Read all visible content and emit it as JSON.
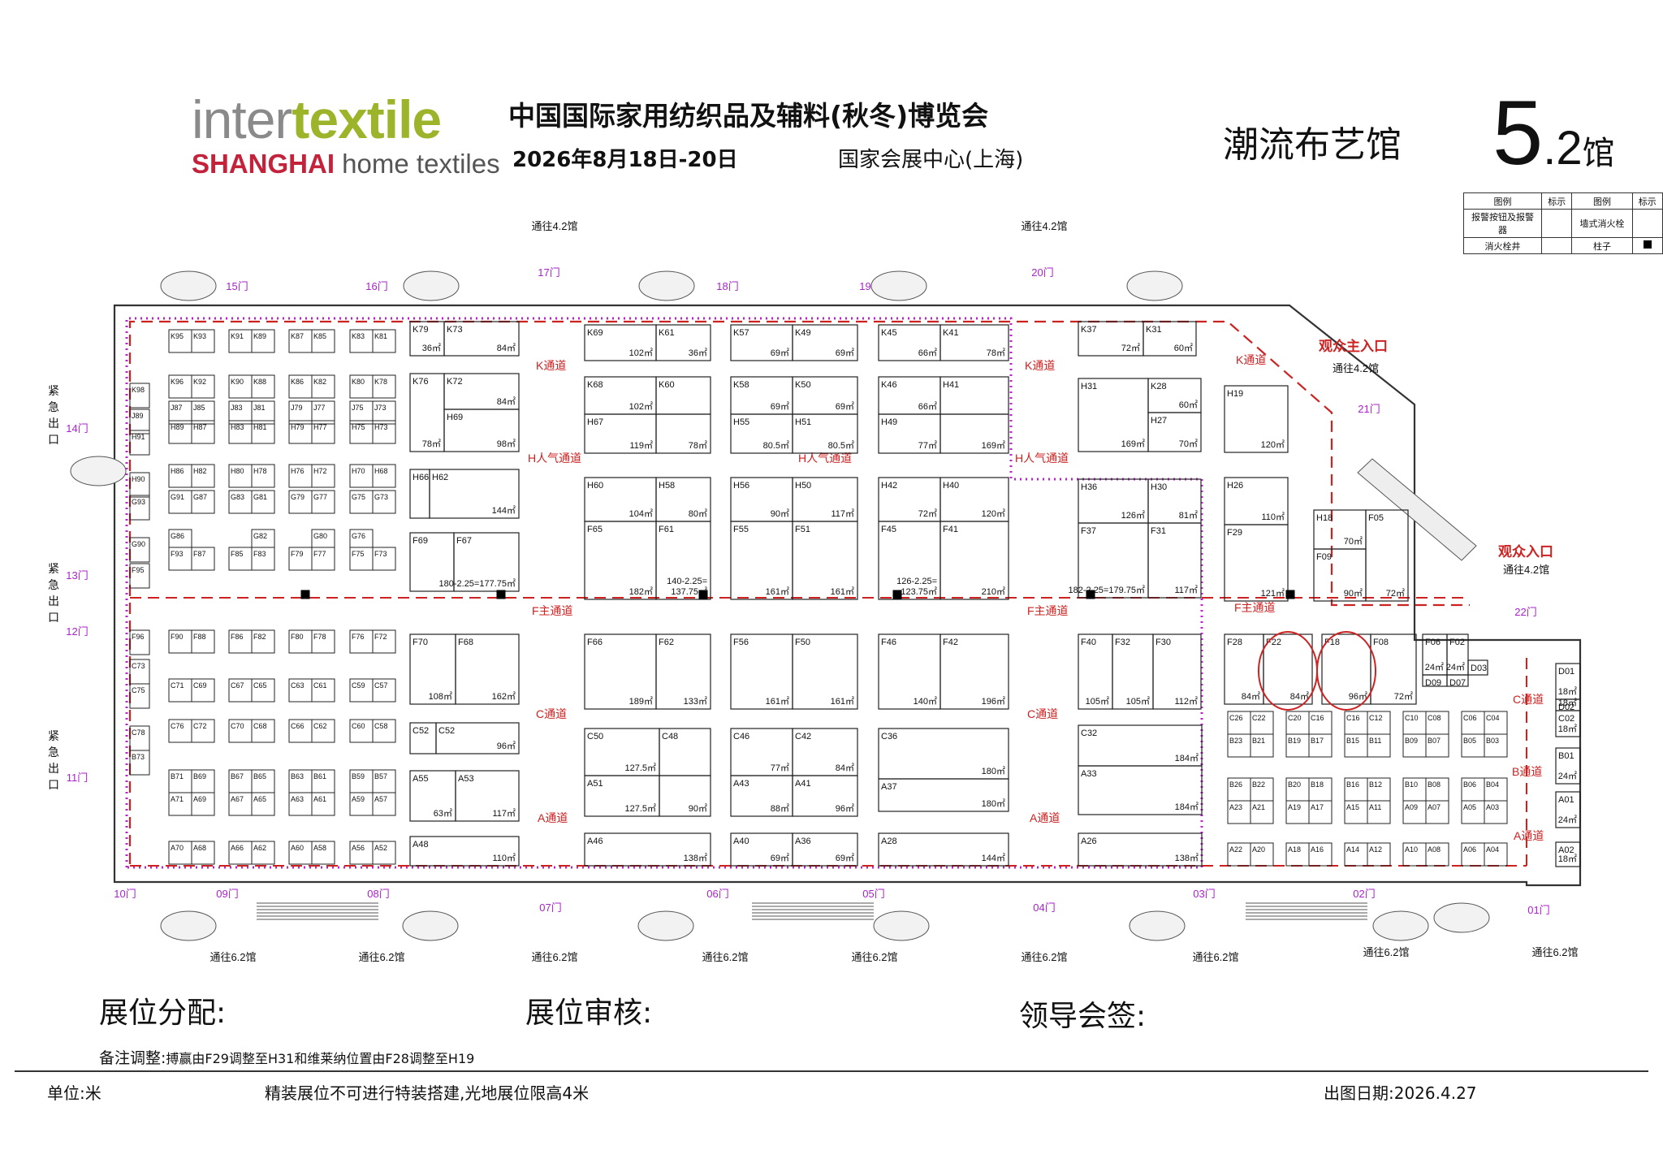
{
  "logo": {
    "part1": "inter",
    "part2": "textile",
    "line2a": "SHANGHAI",
    "line2b": " home textiles"
  },
  "header": {
    "title": "中国国际家用纺织品及辅料(秋冬)博览会",
    "dates": "2026年8月18日-20日",
    "venue": "国家会展中心(上海)",
    "hall_name": "潮流布艺馆",
    "hall_main": "5",
    "hall_sub": ".2",
    "hall_suffix": "馆"
  },
  "legend": {
    "h1": "图例",
    "h2": "标示",
    "h3": "图例",
    "h4": "标示",
    "r1a": "报警按钮及报警器",
    "r1b": "墙式消火栓",
    "r2a": "消火栓井",
    "r2b": "柱子"
  },
  "colors": {
    "aisle": "#cc2222",
    "hall": "#333333",
    "door": "#aa22cc",
    "dotted": "#bb22cc",
    "pink": "#cc2a8a"
  },
  "corridors": [
    {
      "label": "K通道"
    },
    {
      "label": "H人气通道"
    },
    {
      "label": "F主通道"
    },
    {
      "label": "C通道"
    },
    {
      "label": "A通道"
    },
    {
      "label": "B通道"
    }
  ],
  "entrances": {
    "main": "观众主入口",
    "visitor": "观众入口",
    "to42": "通往4.2馆",
    "to62": "通往6.2馆",
    "emergency": "紧急出口"
  },
  "doors": [
    "01门",
    "02门",
    "03门",
    "04门",
    "05门",
    "06门",
    "07门",
    "08门",
    "09门",
    "10门",
    "11门",
    "12门",
    "13门",
    "14门",
    "15门",
    "16门",
    "17门",
    "18门",
    "19门",
    "20门",
    "21门",
    "22门"
  ],
  "booths": [
    {
      "id": "K79",
      "area": "36㎡"
    },
    {
      "id": "K73",
      "area": "84㎡"
    },
    {
      "id": "K76",
      "area": "78㎡"
    },
    {
      "id": "K72",
      "area": "84㎡"
    },
    {
      "id": "H69",
      "area": "98㎡"
    },
    {
      "id": "H66",
      "area": ""
    },
    {
      "id": "H62",
      "area": "144㎡"
    },
    {
      "id": "F69",
      "area": ""
    },
    {
      "id": "F67",
      "area": "180-2.25=177.75㎡"
    },
    {
      "id": "F70",
      "area": "108㎡"
    },
    {
      "id": "F68",
      "area": "162㎡"
    },
    {
      "id": "C52",
      "area": ""
    },
    {
      "id": "C52",
      "area": "96㎡"
    },
    {
      "id": "A55",
      "area": "63㎡"
    },
    {
      "id": "A53",
      "area": "117㎡"
    },
    {
      "id": "A48",
      "area": "110㎡"
    },
    {
      "id": "K69",
      "area": "102㎡"
    },
    {
      "id": "K61",
      "area": "36㎡"
    },
    {
      "id": "K68",
      "area": "102㎡"
    },
    {
      "id": "K60",
      "area": ""
    },
    {
      "id": "H67",
      "area": "119㎡"
    },
    {
      "id": "",
      "area": "78㎡"
    },
    {
      "id": "H60",
      "area": "104㎡"
    },
    {
      "id": "H58",
      "area": "80㎡"
    },
    {
      "id": "F65",
      "area": "182㎡"
    },
    {
      "id": "F61",
      "area": "140-2.25=\n137.75㎡"
    },
    {
      "id": "F66",
      "area": "189㎡"
    },
    {
      "id": "F62",
      "area": "133㎡"
    },
    {
      "id": "C50",
      "area": "127.5㎡"
    },
    {
      "id": "C48",
      "area": ""
    },
    {
      "id": "A51",
      "area": "127.5㎡"
    },
    {
      "id": "",
      "area": "90㎡"
    },
    {
      "id": "A46",
      "area": "138㎡"
    },
    {
      "id": "K57",
      "area": "69㎡"
    },
    {
      "id": "K49",
      "area": "69㎡"
    },
    {
      "id": "K58",
      "area": "69㎡"
    },
    {
      "id": "K50",
      "area": "69㎡"
    },
    {
      "id": "H55",
      "area": "80.5㎡"
    },
    {
      "id": "H51",
      "area": "80.5㎡"
    },
    {
      "id": "H56",
      "area": "90㎡"
    },
    {
      "id": "H50",
      "area": "117㎡"
    },
    {
      "id": "F55",
      "area": "161㎡"
    },
    {
      "id": "F51",
      "area": "161㎡"
    },
    {
      "id": "F56",
      "area": "161㎡"
    },
    {
      "id": "F50",
      "area": "161㎡"
    },
    {
      "id": "C46",
      "area": "77㎡"
    },
    {
      "id": "C42",
      "area": "84㎡"
    },
    {
      "id": "A43",
      "area": "88㎡"
    },
    {
      "id": "A41",
      "area": "96㎡"
    },
    {
      "id": "A40",
      "area": "69㎡"
    },
    {
      "id": "A36",
      "area": "69㎡"
    },
    {
      "id": "K45",
      "area": "66㎡"
    },
    {
      "id": "K41",
      "area": "78㎡"
    },
    {
      "id": "K46",
      "area": "66㎡"
    },
    {
      "id": "H41",
      "area": ""
    },
    {
      "id": "H49",
      "area": "77㎡"
    },
    {
      "id": "",
      "area": "169㎡"
    },
    {
      "id": "H42",
      "area": "72㎡"
    },
    {
      "id": "H40",
      "area": "120㎡"
    },
    {
      "id": "F45",
      "area": "126-2.25=\n123.75㎡"
    },
    {
      "id": "F41",
      "area": "210㎡"
    },
    {
      "id": "F46",
      "area": "140㎡"
    },
    {
      "id": "F42",
      "area": "196㎡"
    },
    {
      "id": "C36",
      "area": "180㎡"
    },
    {
      "id": "A37",
      "area": "180㎡"
    },
    {
      "id": "A28",
      "area": "144㎡"
    },
    {
      "id": "K37",
      "area": "72㎡"
    },
    {
      "id": "K31",
      "area": "60㎡"
    },
    {
      "id": "H31",
      "area": "169㎡"
    },
    {
      "id": "K28",
      "area": "60㎡"
    },
    {
      "id": "H27",
      "area": "70㎡"
    },
    {
      "id": "H36",
      "area": "126㎡"
    },
    {
      "id": "H30",
      "area": "81㎡"
    },
    {
      "id": "F37",
      "area": "182-2.25=179.75㎡"
    },
    {
      "id": "F31",
      "area": "117㎡"
    },
    {
      "id": "F40",
      "area": "105㎡"
    },
    {
      "id": "F32",
      "area": "105㎡"
    },
    {
      "id": "F30",
      "area": "112㎡"
    },
    {
      "id": "C32",
      "area": "184㎡"
    },
    {
      "id": "A33",
      "area": "184㎡"
    },
    {
      "id": "A26",
      "area": "138㎡"
    },
    {
      "id": "H19",
      "area": "120㎡"
    },
    {
      "id": "H26",
      "area": "110㎡"
    },
    {
      "id": "F29",
      "area": "121㎡"
    },
    {
      "id": "H18",
      "area": "70㎡"
    },
    {
      "id": "F09",
      "area": "90㎡"
    },
    {
      "id": "F05",
      "area": "72㎡"
    },
    {
      "id": "F28",
      "area": "84㎡"
    },
    {
      "id": "F22",
      "area": "84㎡"
    },
    {
      "id": "F18",
      "area": "96㎡"
    },
    {
      "id": "F08",
      "area": "72㎡"
    },
    {
      "id": "F06",
      "area": "24㎡"
    },
    {
      "id": "F02",
      "area": "24㎡"
    },
    {
      "id": "D09",
      "area": ""
    },
    {
      "id": "D07",
      "area": ""
    },
    {
      "id": "D03",
      "area": ""
    },
    {
      "id": "D01",
      "area": "18㎡"
    },
    {
      "id": "D02",
      "area": "18㎡"
    },
    {
      "id": "C02",
      "area": "18㎡"
    },
    {
      "id": "B01",
      "area": "24㎡"
    },
    {
      "id": "A01",
      "area": "24㎡"
    },
    {
      "id": "A02",
      "area": "18㎡"
    }
  ],
  "small_booth_rows": [
    [
      "K95",
      "K93",
      "K91",
      "K89",
      "K87",
      "K85",
      "K83",
      "K81"
    ],
    [
      "K96",
      "K92",
      "K90",
      "K88",
      "K86",
      "K82",
      "K80",
      "K78"
    ],
    [
      "J87",
      "J85",
      "J83",
      "J81",
      "J79",
      "J77",
      "J75",
      "J73"
    ],
    [
      "H89",
      "H87",
      "H83",
      "H81",
      "H79",
      "H77",
      "H75",
      "H73"
    ],
    [
      "H86",
      "H82",
      "H80",
      "H78",
      "H76",
      "H72",
      "H70",
      "H68"
    ],
    [
      "G91",
      "G87",
      "G83",
      "G81",
      "G79",
      "G77",
      "G75",
      "G73"
    ],
    [
      "G86",
      "G82",
      "G80",
      "G76"
    ],
    [
      "F93",
      "F87",
      "F85",
      "F83",
      "F79",
      "F77",
      "F75",
      "F73"
    ],
    [
      "F90",
      "F88",
      "F86",
      "F82",
      "F80",
      "F78",
      "F76",
      "F72"
    ],
    [
      "C71",
      "C69",
      "C67",
      "C65",
      "C63",
      "C61",
      "C59",
      "C57"
    ],
    [
      "C76",
      "C72",
      "C70",
      "C68",
      "C66",
      "C62",
      "C60",
      "C58"
    ],
    [
      "B71",
      "B69",
      "B67",
      "B65",
      "B63",
      "B61",
      "B59",
      "B57"
    ],
    [
      "A71",
      "A69",
      "A67",
      "A65",
      "A63",
      "A61",
      "A59",
      "A57"
    ],
    [
      "A70",
      "A68",
      "A66",
      "A62",
      "A60",
      "A58",
      "A56",
      "A52"
    ]
  ],
  "left_column": [
    "K98",
    "J89",
    "H91",
    "H90",
    "G93",
    "G90",
    "F95",
    "F96",
    "C73",
    "C75",
    "C78",
    "B73"
  ],
  "east_small_rows": [
    [
      "C26",
      "C22",
      "C20",
      "C16",
      "C16",
      "C12",
      "C10",
      "C08",
      "C06",
      "C04"
    ],
    [
      "B23",
      "B21",
      "B19",
      "B17",
      "B15",
      "B11",
      "B09",
      "B07",
      "B05",
      "B03"
    ],
    [
      "B26",
      "B22",
      "B20",
      "B18",
      "B16",
      "B12",
      "B10",
      "B08",
      "B06",
      "B04"
    ],
    [
      "A23",
      "A21",
      "A19",
      "A17",
      "A15",
      "A11",
      "A09",
      "A07",
      "A05",
      "A03"
    ],
    [
      "A22",
      "A20",
      "A18",
      "A16",
      "A14",
      "A12",
      "A10",
      "A08",
      "A06",
      "A04"
    ]
  ],
  "signoff": {
    "allocation": "展位分配:",
    "review": "展位审核:",
    "leader": "领导会签:"
  },
  "remarks": {
    "label": "备注调整:",
    "text": "搏赢由F29调整至H31和维莱纳位置由F28调整至H19"
  },
  "footer": {
    "unit": "单位:米",
    "rule": "精装展位不可进行特装搭建,光地展位限高4米",
    "issue_date": "出图日期:2026.4.27"
  }
}
